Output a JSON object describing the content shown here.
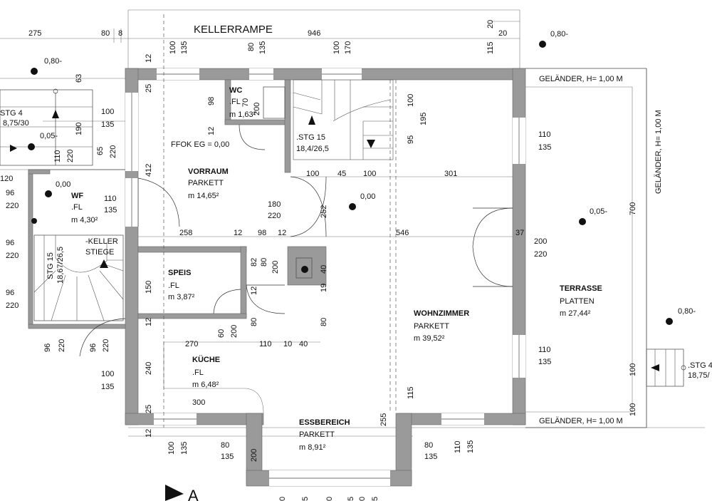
{
  "rooms": {
    "vorraum": {
      "name": "VORRAUM",
      "floor": "PARKETT",
      "area": "m 14,65²"
    },
    "wc": {
      "name": "WC",
      "floor": ".FL",
      "area": "m 1,63²"
    },
    "wf": {
      "name": "WF",
      "floor": ".FL",
      "area": "m 4,30²"
    },
    "speis": {
      "name": "SPEIS",
      "floor": ".FL",
      "area": "m 3,87²"
    },
    "kueche": {
      "name": "KÜCHE",
      "floor": ".FL",
      "area": "m 6,48²"
    },
    "essbereich": {
      "name": "ESSBEREICH",
      "floor": "PARKETT",
      "area": "m 8,91²"
    },
    "wohnzimmer": {
      "name": "WOHNZIMMER",
      "floor": "PARKETT",
      "area": "m 39,52²"
    },
    "terrasse": {
      "name": "TERRASSE",
      "floor": "PLATTEN",
      "area": "m 27,44²"
    }
  },
  "labels": {
    "kellerrampe": "KELLERRAMPE",
    "ffok": "FFOK EG = 0,00",
    "stg15_top": ".STG 15",
    "stg15_top_ratio": "18,4/26,5",
    "stg4_left": "STG 4",
    "stg4_left_ratio": "8,75/30",
    "stg15_keller": "STG 15",
    "stg15_keller_ratio": "18,67/26,5",
    "keller": "-KELLER",
    "stiege": "STIEGE",
    "stg4_right": ".STG 4",
    "stg4_right_ratio": "18,75/",
    "gelaender_top": "GELÄNDER, H= 1,00 M",
    "gelaender_bottom": "GELÄNDER, H= 1,00 M",
    "gelaender_side": "GELÄNDER, H= 1,00 M",
    "section_a": "A"
  },
  "levels": [
    "0,80-",
    "0,80-",
    "0,05-",
    "0,00",
    "0,00",
    "0,05-",
    "0,80-"
  ],
  "dimensions": {
    "top": [
      "275",
      "80",
      "8",
      "946",
      "20",
      "20",
      "12",
      "100",
      "135",
      "80",
      "135",
      "100",
      "170",
      "115"
    ],
    "left": [
      "63",
      "190",
      "110",
      "220",
      "65",
      "220",
      "100",
      "135",
      "120",
      "96",
      "220",
      "96",
      "220",
      "96",
      "220",
      "96",
      "220",
      "96",
      "220"
    ],
    "interior": [
      "25",
      "98",
      "70",
      "200",
      "12",
      "412",
      "180",
      "220",
      "258",
      "12",
      "98",
      "12",
      "546",
      "37",
      "200",
      "220",
      "110",
      "135",
      "100",
      "45",
      "100",
      "301",
      "252",
      "100",
      "95",
      "195",
      "82",
      "80",
      "200",
      "150",
      "40",
      "19",
      "80",
      "12",
      "60",
      "200",
      "80",
      "270",
      "110",
      "10",
      "40",
      "12",
      "240",
      "100",
      "135",
      "300",
      "25",
      "12",
      "115",
      "110",
      "135",
      "255",
      "700",
      "100",
      "100",
      "110",
      "135"
    ],
    "bottom": [
      "100",
      "135",
      "80",
      "135",
      "200",
      "80",
      "135",
      "110",
      "135",
      "0",
      "5",
      "0",
      "5",
      "0",
      "5"
    ]
  }
}
